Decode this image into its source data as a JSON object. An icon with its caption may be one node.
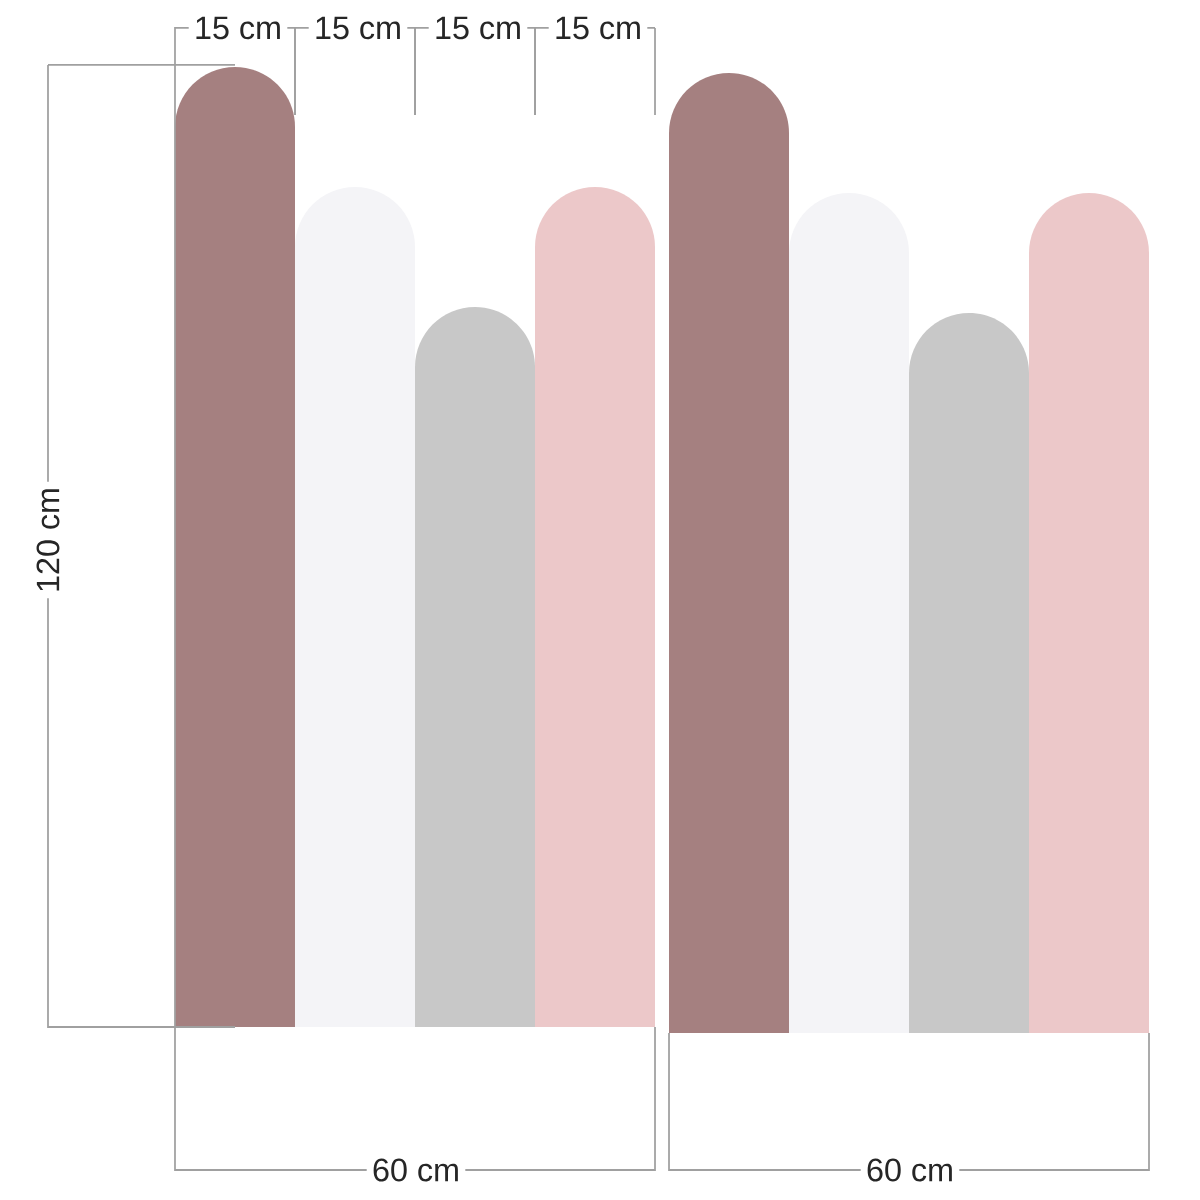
{
  "diagram": {
    "nodes": [
      {
        "text": [],
        "shape": "bar"
      },
      {
        "text": [],
        "shape": "bar"
      },
      {
        "text": [],
        "shape": "bar"
      },
      {
        "text": [],
        "shape": "bar"
      },
      {
        "text": [],
        "shape": "bar"
      },
      {
        "text": [],
        "shape": "bar"
      },
      {
        "text": [],
        "shape": "bar"
      },
      {
        "text": [],
        "shape": "bar"
      }
    ],
    "labels": [
      "15 cm",
      "15 cm",
      "15 cm",
      "15 cm",
      "120 cm",
      "60 cm",
      "60 cm"
    ]
  }
}
